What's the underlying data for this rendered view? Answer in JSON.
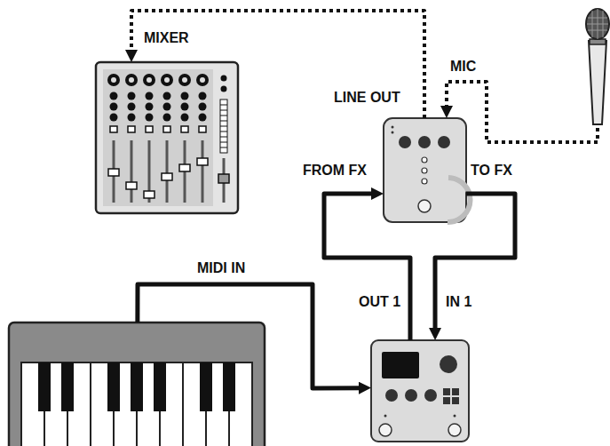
{
  "diagram": {
    "nodes": [
      {
        "text": []
      },
      {
        "text": []
      },
      {
        "text": []
      },
      {
        "text": []
      },
      {
        "text": []
      }
    ],
    "edges": [
      {
        "from": 2,
        "to": 0,
        "arrow": "to",
        "label": "MIXER"
      },
      {
        "from": 1,
        "to": 2,
        "arrow": "to",
        "label": "MIC"
      },
      {
        "from": 2,
        "to": 4,
        "arrow": "to"
      },
      {
        "from": 4,
        "to": 2,
        "arrow": "to"
      },
      {
        "from": 3,
        "to": 4,
        "arrow": "to",
        "label": "MIDI IN"
      }
    ],
    "labels": [
      "LINE OUT",
      "FROM FX",
      "TO FX",
      "OUT 1",
      "IN 1"
    ]
  }
}
